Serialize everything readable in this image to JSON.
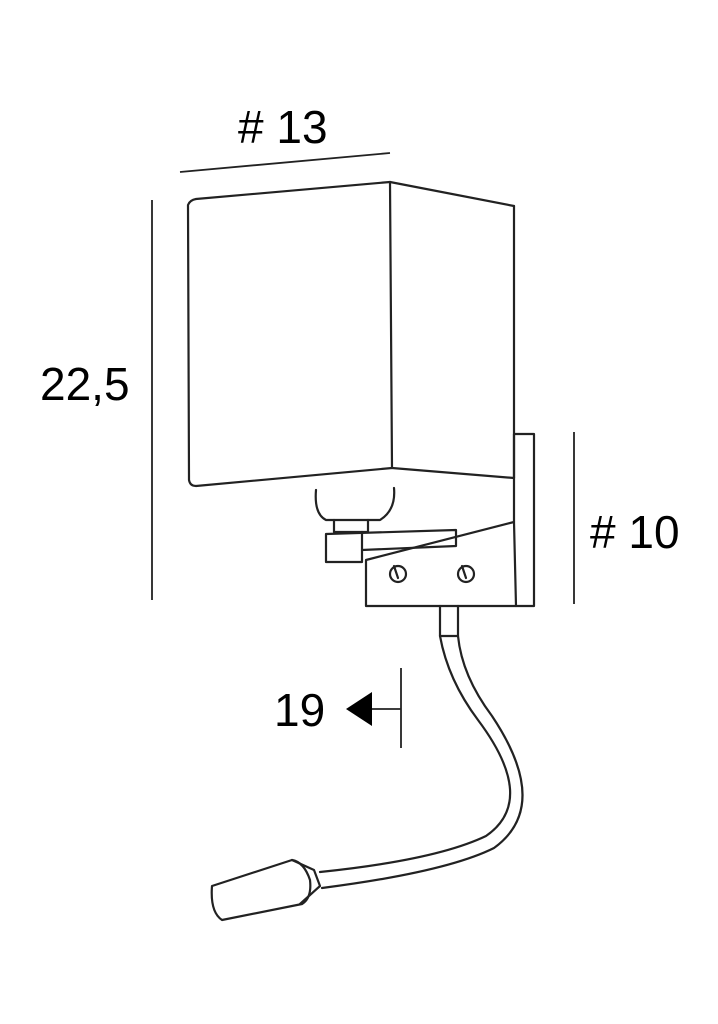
{
  "dimensions": {
    "width_label": "# 13",
    "height_label": "22,5",
    "depth_label": "# 10",
    "reach_label": "19"
  },
  "colors": {
    "line": "#222222",
    "background": "#ffffff"
  }
}
